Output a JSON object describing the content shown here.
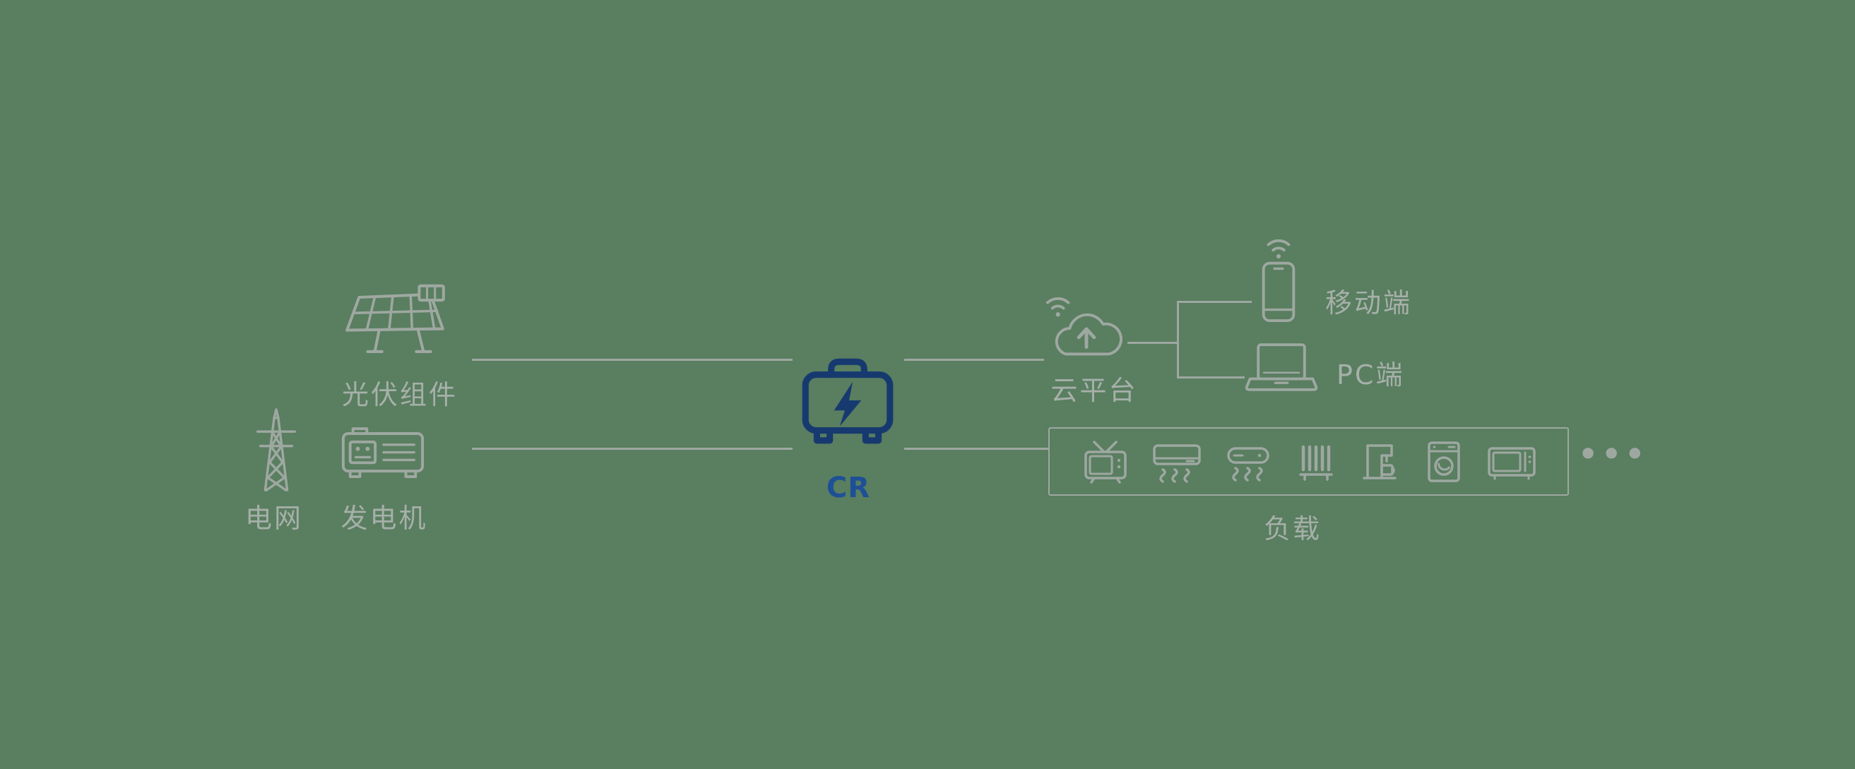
{
  "colors": {
    "background": "#597e60",
    "icon_gray": "#9ea8a1",
    "text_gray": "#a6b0a9",
    "navy": "#163a6f",
    "cr_label": "#1d5096"
  },
  "nodes": {
    "pv": {
      "label": "光伏组件",
      "icon": "solar-panel-icon"
    },
    "grid": {
      "label": "电网",
      "icon": "transmission-tower-icon"
    },
    "generator": {
      "label": "发电机",
      "icon": "generator-icon"
    },
    "inverter": {
      "label": "CR",
      "icon": "portable-power-station-icon"
    },
    "cloud": {
      "label": "云平台",
      "icon": "cloud-upload-wifi-icon"
    },
    "mobile": {
      "label": "移动端",
      "icon": "smartphone-wifi-icon"
    },
    "pc": {
      "label": "PC端",
      "icon": "laptop-icon"
    },
    "loads": {
      "label": "负载",
      "more": "•••",
      "icons": [
        "tv-icon",
        "air-conditioner-icon",
        "electric-cooker-icon",
        "radiator-icon",
        "coffee-machine-icon",
        "washing-machine-icon",
        "microwave-icon"
      ]
    }
  }
}
